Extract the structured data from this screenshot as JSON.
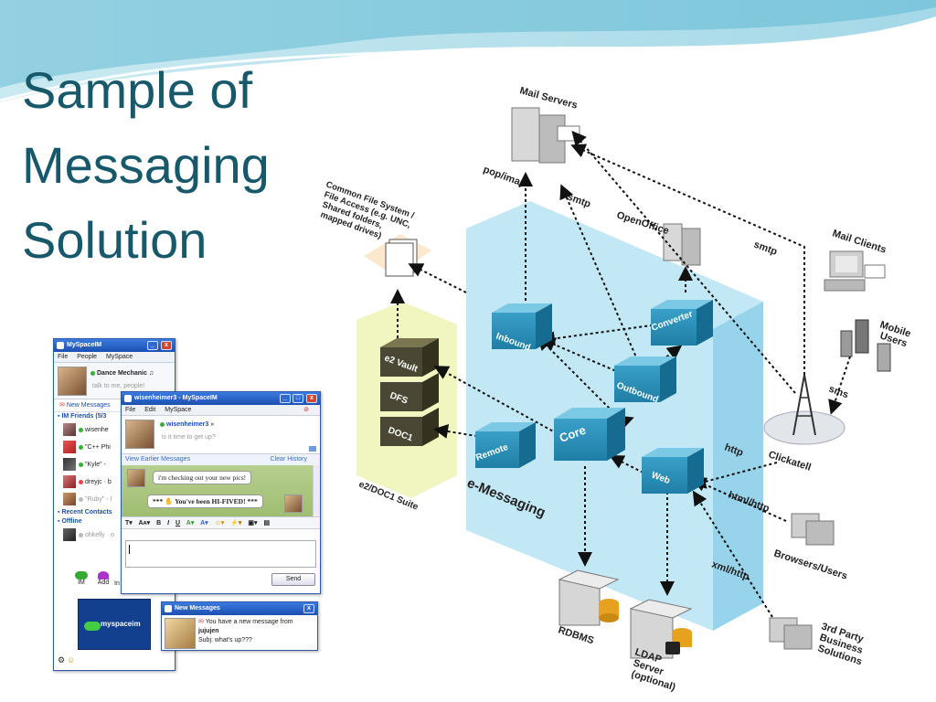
{
  "slide": {
    "title_lines": [
      "Sample of",
      "Messaging",
      "Solution"
    ]
  },
  "diagram": {
    "mail_servers": "Mail Servers",
    "pop_imap": "pop/imap",
    "smtp_1": "smtp",
    "smtp_2": "smtp",
    "common_fs": [
      "Common File System /",
      "File Access (e.g. UNC,",
      "Shared folders,",
      "mapped drives)"
    ],
    "openoffice": "OpenOffice",
    "mail_clients": "Mail Clients",
    "mobile_users": [
      "Mobile",
      "Users"
    ],
    "sms": "sms",
    "clickatell": "Clickatell",
    "inbound": "Inbound",
    "converter": "Converter",
    "outbound": "Outbound",
    "core": "Core",
    "remote": "Remote",
    "web": "Web",
    "e2_vault": "e2 Vault",
    "dfs": "DFS",
    "doc1": "DOC1",
    "suite_label": "e2/DOC1 Suite",
    "emessaging": "e-Messaging",
    "http": "http",
    "html_http": "html/http",
    "xml_http": "xml/http",
    "browsers_users": "Browsers/Users",
    "third_party": [
      "3rd Party",
      "Business",
      "Solutions"
    ],
    "rdbms": "RDBMS",
    "ldap": [
      "LDAP",
      "Server",
      "(optional)"
    ]
  },
  "im_main": {
    "title": "MySpaceIM",
    "menu": [
      "File",
      "People",
      "MySpace"
    ],
    "profile_name": "Dance Mechanic",
    "profile_status": "talk to me, people!",
    "new_messages": "New Messages",
    "im_friends": "IM Friends (5/3",
    "friends": [
      {
        "name": "wisenhe",
        "status": "green"
      },
      {
        "name": "\"C++ Phi",
        "status": "green"
      },
      {
        "name": "\"Kyle\" -",
        "status": "green"
      },
      {
        "name": "dreyjc · b",
        "status": "red"
      },
      {
        "name": "\"Ruby\" - I",
        "status": "grey"
      }
    ],
    "recent_contacts": "Recent Contacts",
    "offline": "Offline",
    "offline_friend": "ohkelly · o",
    "bottom_buttons": [
      "IM",
      "Add",
      "In"
    ],
    "logo_text": "myspaceim"
  },
  "im_chat": {
    "title": "wisenheimer3 - MySpaceIM",
    "menu": [
      "File",
      "Edit",
      "MySpace"
    ],
    "buddy_name": "wisenheimer3",
    "buddy_arrows": "»",
    "buddy_status": "is it time to get up?",
    "view_earlier": "View Earlier Messages",
    "clear_history": "Clear History",
    "msg_1": "i'm checking out your new pics!",
    "msg_2_prefix": "***",
    "msg_2": "You've been HI-FIVED!",
    "msg_2_suffix": "***",
    "toolbar": [
      "T▾",
      "Aᴀ▾",
      "B",
      "I",
      "U",
      "A▾",
      "A▾",
      "☺▾",
      "⚡▾",
      "▣▾",
      "▤"
    ],
    "send": "Send"
  },
  "im_notify": {
    "title": "New Messages",
    "line_1": "You have a new message from",
    "sender": "jujujen",
    "subject": "Subj: what's up???"
  }
}
